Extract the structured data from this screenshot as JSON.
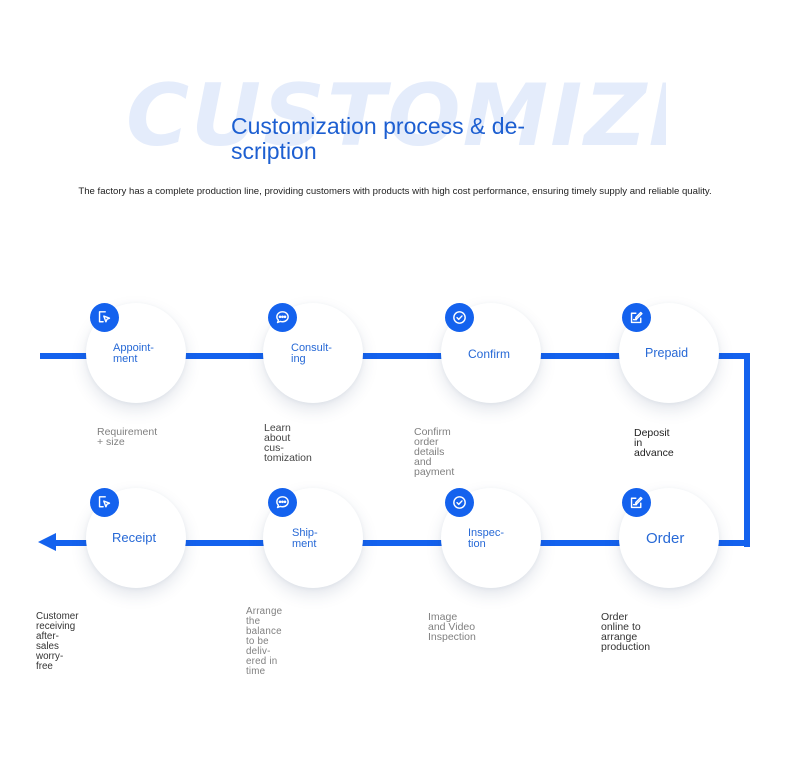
{
  "watermark": "CUSTOMIZED",
  "title": "Customization process & de-\nscription",
  "subtitle": "The factory has a complete production line, providing customers with products with high cost performance, ensuring timely supply and reliable quality.",
  "accent_color": "#1462ee",
  "steps": [
    {
      "label": "Appoint-\nment",
      "icon": "cursor-click-icon",
      "description": "Requirement + size"
    },
    {
      "label": "Consult-\ning",
      "icon": "chat-bubble-icon",
      "description": "Learn about cus-\ntomization"
    },
    {
      "label": "Confirm",
      "icon": "check-circle-icon",
      "description": "Confirm order details and payment"
    },
    {
      "label": "Prepaid",
      "icon": "edit-note-icon",
      "description": "Deposit in advance"
    },
    {
      "label": "Order",
      "icon": "edit-note-icon",
      "description": "Order online to arrange production"
    },
    {
      "label": "Inspec-\ntion",
      "icon": "check-circle-icon",
      "description": "Image and Video Inspection"
    },
    {
      "label": "Ship-\nment",
      "icon": "chat-bubble-icon",
      "description": "Arrange the balance to be deliv-\nered in time"
    },
    {
      "label": "Receipt",
      "icon": "cursor-click-icon",
      "description": "Customer receiving after-sales worry-free"
    }
  ]
}
